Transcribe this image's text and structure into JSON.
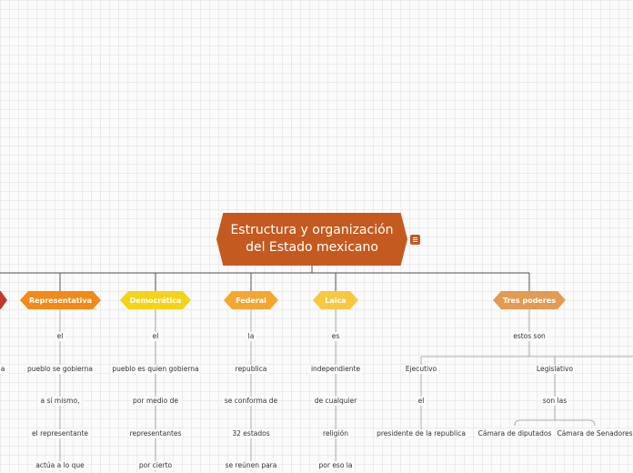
{
  "root": {
    "title_line1": "Estructura y organización",
    "title_line2": "del Estado mexicano"
  },
  "colors": {
    "root": "#c45a1f",
    "left_cut": "#c0392b",
    "representativa": "#f28a16",
    "democratica": "#f5d317",
    "federal": "#f5a631",
    "laica": "#f7c840",
    "tres_poderes": "#e39a52",
    "line": "#555555",
    "branch_line": "#999999"
  },
  "icons": [
    "note-icon"
  ],
  "left_cut_text": "a",
  "branches": {
    "representativa": {
      "label": "Representativa",
      "steps": [
        "el",
        "pueblo se gobierna",
        "a sí mismo,",
        "el representante",
        "actúa a lo que"
      ]
    },
    "democratica": {
      "label": "Democrática",
      "steps": [
        "el",
        "pueblo es quien gobierna",
        "por medio de",
        "representantes",
        "por cierto"
      ]
    },
    "federal": {
      "label": "Federal",
      "steps": [
        "la",
        "republica",
        "se conforma de",
        "32 estados",
        "se reúnen para"
      ]
    },
    "laica": {
      "label": "Laica",
      "steps": [
        "es",
        "independiente",
        "de cualquier",
        "religión",
        "por eso la"
      ]
    },
    "tres_poderes": {
      "label": "Tres poderes",
      "sub": "estos son",
      "ejecutivo": {
        "label": "Ejecutivo",
        "steps": [
          "el",
          "presidente de la republica"
        ]
      },
      "legislativo": {
        "label": "Legislativo",
        "sub": "son las",
        "camaras": [
          "Cámara de diputados",
          "Cámara de Senadores"
        ]
      }
    }
  }
}
